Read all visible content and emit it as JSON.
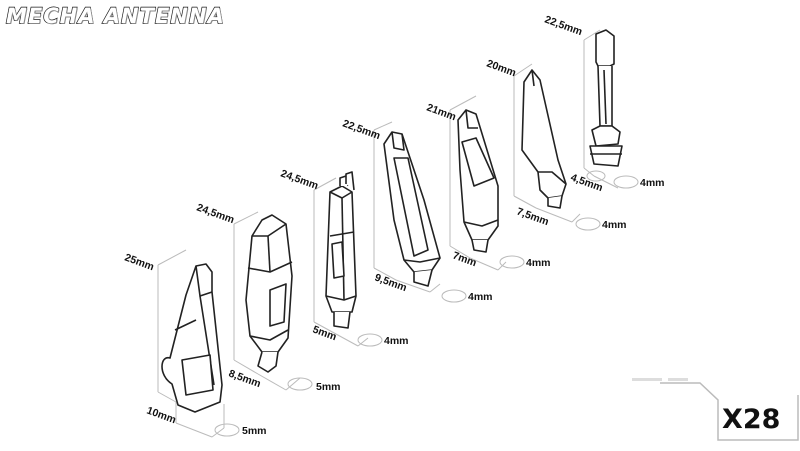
{
  "title": "MECHA ANTENNA",
  "badge": "X28",
  "antennas": [
    {
      "height": "25mm",
      "width": "10mm",
      "peg": "5mm"
    },
    {
      "height": "24,5mm",
      "width": "8,5mm",
      "peg": "5mm"
    },
    {
      "height": "24,5mm",
      "width": "5mm",
      "peg": "4mm"
    },
    {
      "height": "22,5mm",
      "width": "9,5mm",
      "peg": "4mm"
    },
    {
      "height": "21mm",
      "width": "7mm",
      "peg": "4mm"
    },
    {
      "height": "20mm",
      "width": "7,5mm",
      "peg": "4mm"
    },
    {
      "height": "22,5mm",
      "width": "4,5mm",
      "peg": "4mm"
    }
  ]
}
